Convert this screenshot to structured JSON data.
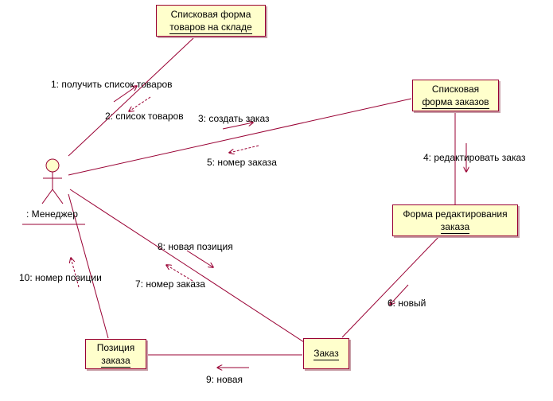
{
  "colors": {
    "link": "#990033",
    "object_fill": "#ffffcc",
    "object_border": "#990033",
    "arrow": "#990033"
  },
  "actor": {
    "name": ": Менеджер"
  },
  "objects": {
    "stock_list": {
      "line1": "Списковая форма",
      "line2": "товаров на складе"
    },
    "orders_list": {
      "line1": "Списковая",
      "line2": "форма заказов"
    },
    "order_edit": {
      "line1": "Форма редактирования",
      "line2": "заказа"
    },
    "order": {
      "line1": "Заказ"
    },
    "order_item": {
      "line1": "Позиция",
      "line2": "заказа"
    }
  },
  "messages": [
    {
      "id": 1,
      "label": "1: получить список товаров",
      "kind": "call"
    },
    {
      "id": 2,
      "label": "2: список товаров",
      "kind": "return"
    },
    {
      "id": 3,
      "label": "3: создать заказ",
      "kind": "call"
    },
    {
      "id": 4,
      "label": "4: редактировать заказ",
      "kind": "call"
    },
    {
      "id": 5,
      "label": "5: номер заказа",
      "kind": "return"
    },
    {
      "id": 6,
      "label": "6: новый",
      "kind": "call"
    },
    {
      "id": 7,
      "label": "7: номер заказа",
      "kind": "return"
    },
    {
      "id": 8,
      "label": "8: новая позиция",
      "kind": "call"
    },
    {
      "id": 9,
      "label": "9: новая",
      "kind": "call"
    },
    {
      "id": 10,
      "label": "10: номер позиции",
      "kind": "return"
    }
  ]
}
